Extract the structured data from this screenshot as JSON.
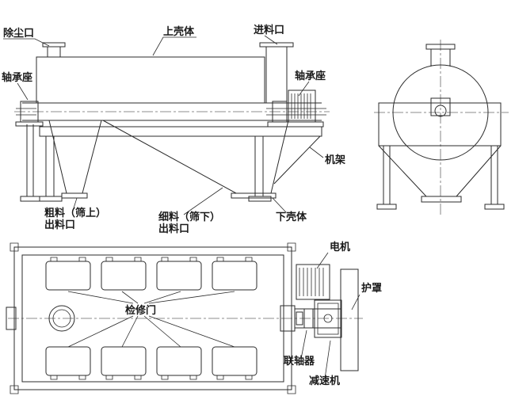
{
  "meta": {
    "title": "rotary-drum-screen-technical-drawing",
    "ink_color": "#2b2b2b",
    "background_color": "#ffffff"
  },
  "labels": {
    "dust_port": "除尘口",
    "upper_housing": "上壳体",
    "feed_inlet": "进料口",
    "bearing_seat_left": "轴承座",
    "bearing_seat_right": "轴承座",
    "frame_rack": "机架",
    "coarse_outlet_line1": "粗料（筛上）",
    "coarse_outlet_line2": "出料口",
    "fine_outlet_line1": "细料（筛下）",
    "fine_outlet_line2": "出料口",
    "lower_housing": "下壳体",
    "motor": "电机",
    "guard": "护罩",
    "inspection_door": "检修门",
    "coupling": "联轴器",
    "reducer": "减速机"
  }
}
